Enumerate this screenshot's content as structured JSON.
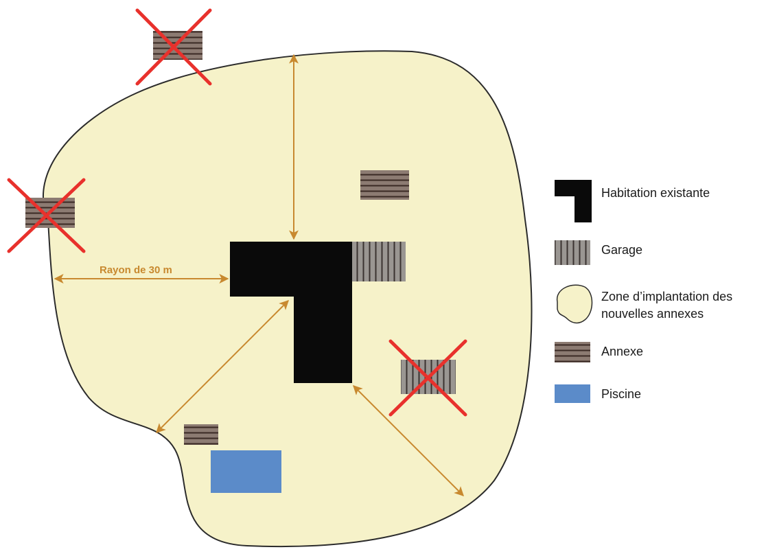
{
  "diagram": {
    "radius_label": "Rayon de 30 m"
  },
  "legend": {
    "items": [
      {
        "key": "habitation",
        "label_lines": [
          "Habitation existante"
        ]
      },
      {
        "key": "garage",
        "label_lines": [
          "Garage"
        ]
      },
      {
        "key": "zone",
        "label_lines": [
          "Zone d’implantation des",
          "nouvelles annexes"
        ]
      },
      {
        "key": "annexe",
        "label_lines": [
          "Annexe"
        ]
      },
      {
        "key": "piscine",
        "label_lines": [
          "Piscine"
        ]
      }
    ]
  },
  "colors": {
    "zone_fill": "#f6f2c9",
    "zone_stroke": "#2b2b2b",
    "habitation": "#0a0a0a",
    "garage_bg": "#8e8a86",
    "garage_stripes": "#3a3330",
    "annexe_bg": "#8c7b72",
    "annexe_stripes": "#3a2a24",
    "piscine": "#5b8bc9",
    "arrow": "#c8892f",
    "cross": "#e8312c"
  }
}
